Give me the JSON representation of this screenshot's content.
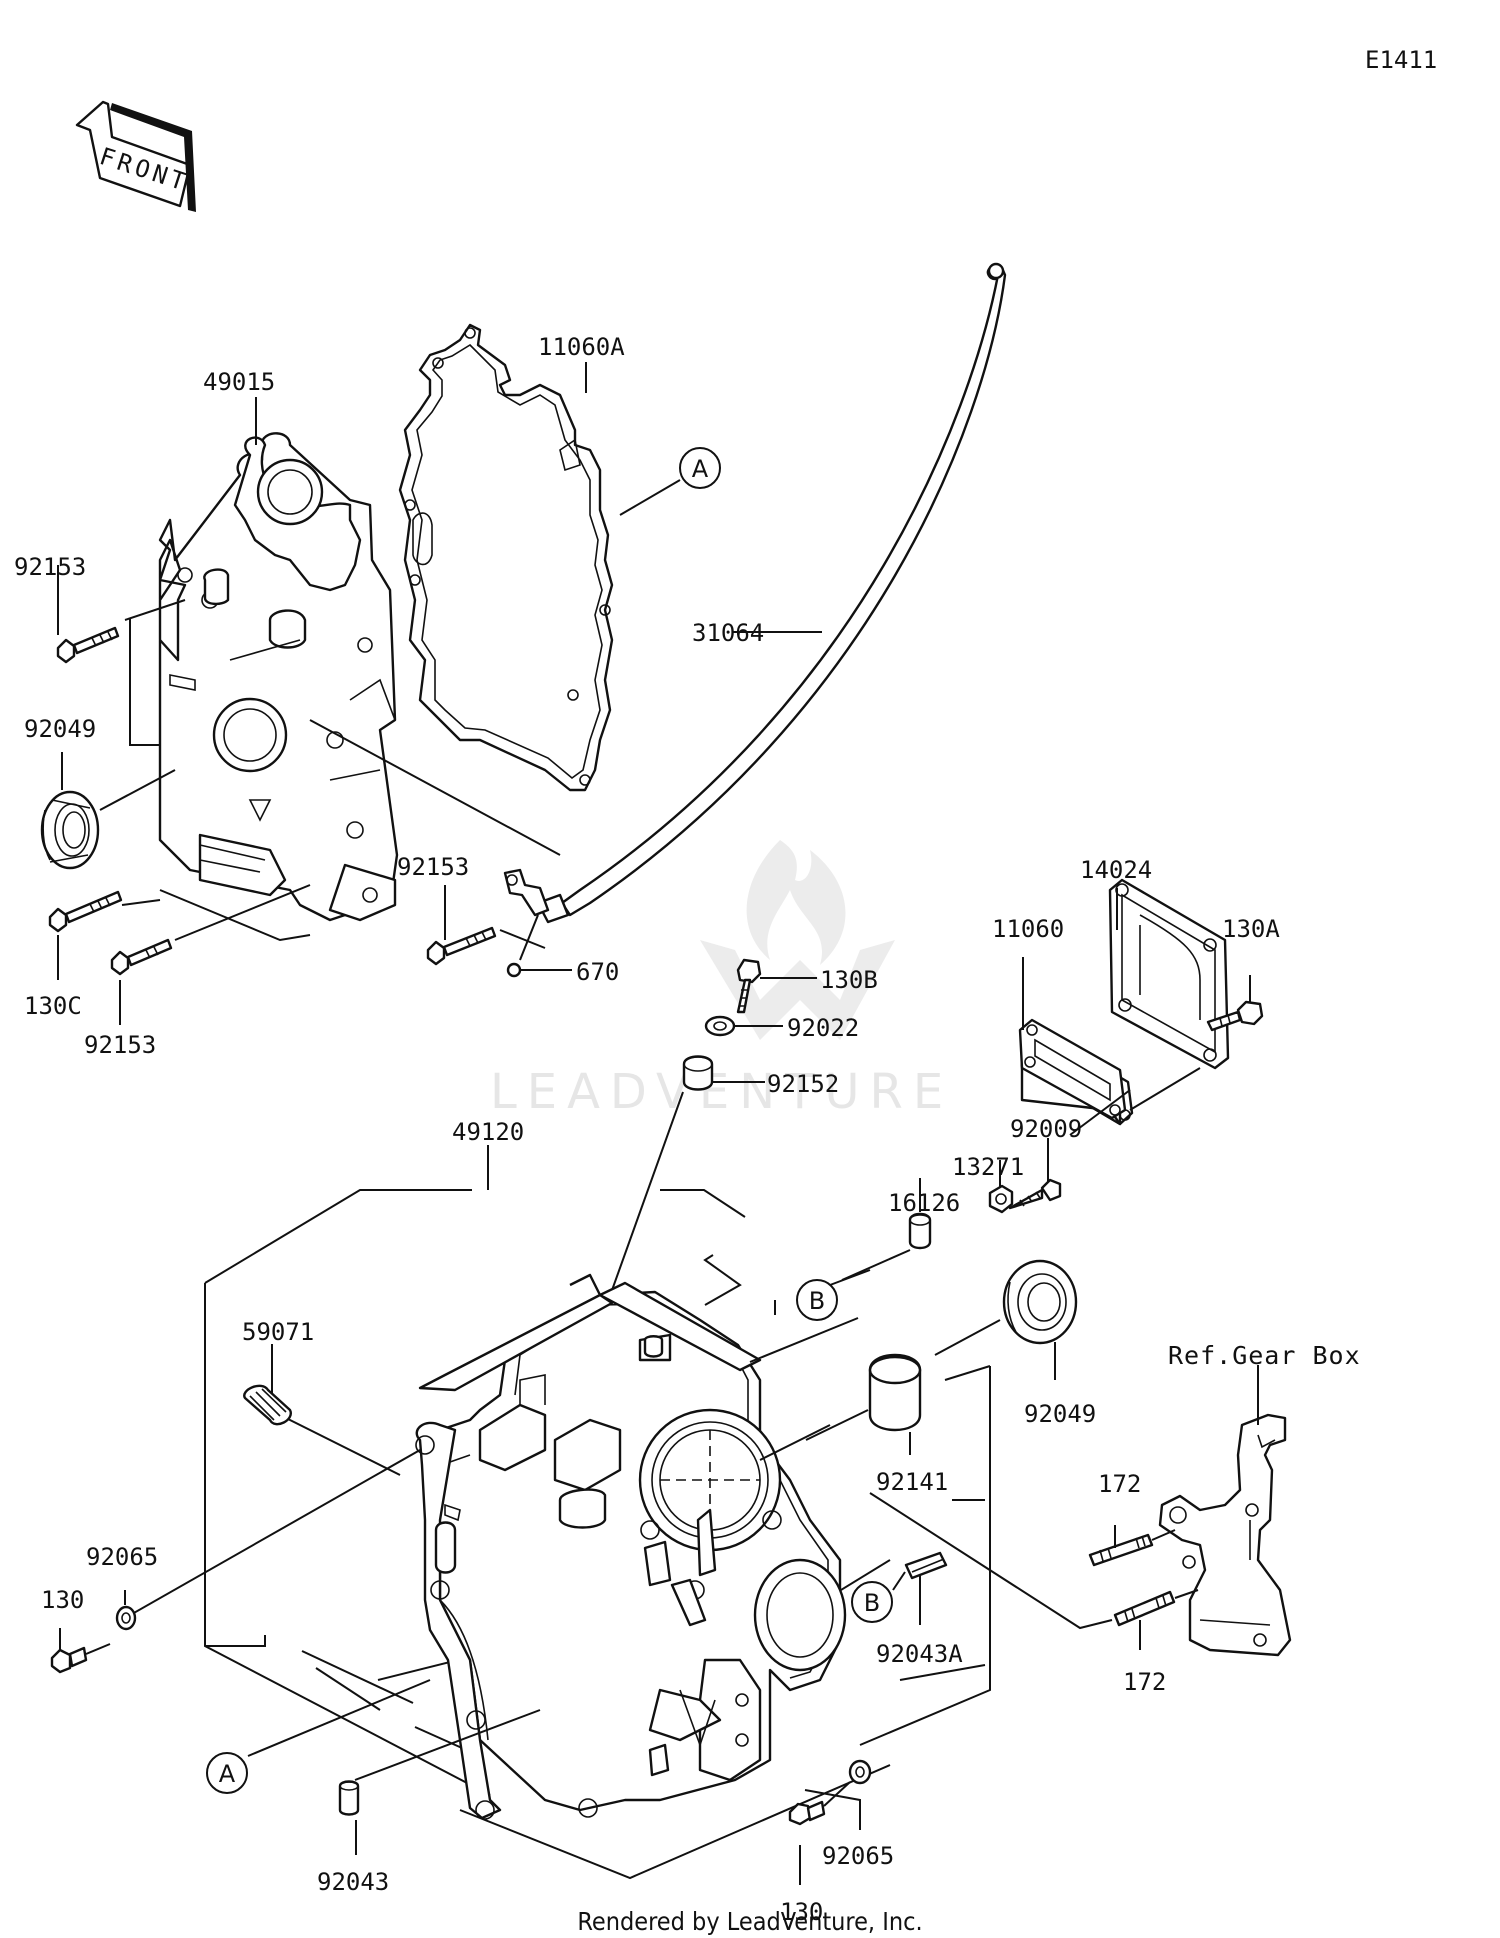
{
  "diagram": {
    "code": "E1411",
    "front_label": "FRONT",
    "ref_label": "Ref.Gear Box",
    "watermark": "LEADVENTURE",
    "footer": "Rendered by LeadVenture, Inc."
  },
  "callouts": {
    "A1": "A",
    "A2": "A",
    "B1": "B",
    "B2": "B"
  },
  "parts": {
    "p49015": "49015",
    "p11060A": "11060A",
    "p31064": "31064",
    "p92153a": "92153",
    "p92049a": "92049",
    "p92153b": "92153",
    "p130C": "130C",
    "p92153c": "92153",
    "p670": "670",
    "p130B": "130B",
    "p92022": "92022",
    "p92152": "92152",
    "p14024": "14024",
    "p11060": "11060",
    "p130A": "130A",
    "p92009": "92009",
    "p13271": "13271",
    "p16126": "16126",
    "p49120": "49120",
    "p59071": "59071",
    "p92049b": "92049",
    "p92141": "92141",
    "p172a": "172",
    "p172b": "172",
    "p92065a": "92065",
    "p130a": "130",
    "p92043A": "92043A",
    "p92043": "92043",
    "p92065b": "92065",
    "p130b": "130"
  }
}
